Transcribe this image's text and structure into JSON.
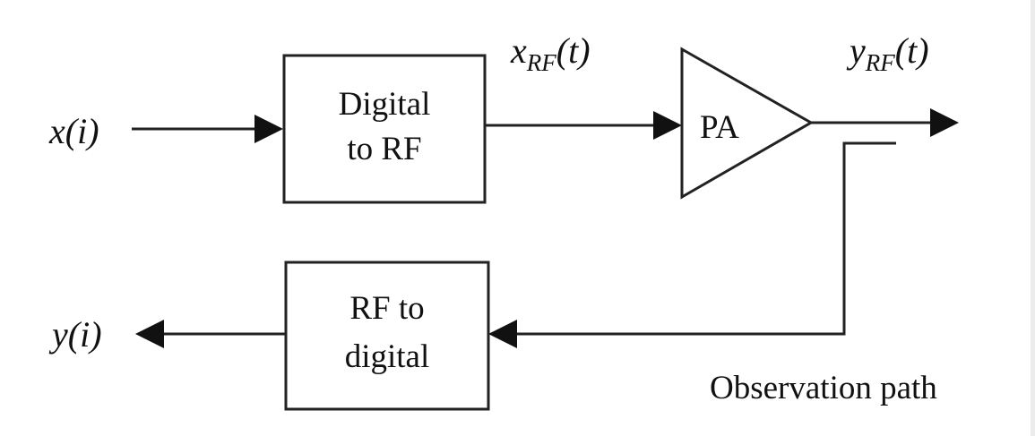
{
  "signals": {
    "input": {
      "base": "x",
      "arg": "i"
    },
    "output": {
      "base": "y",
      "arg": "i"
    },
    "rf_in": {
      "base": "x",
      "sub": "RF",
      "arg": "t"
    },
    "rf_out": {
      "base": "y",
      "sub": "RF",
      "arg": "t"
    }
  },
  "blocks": {
    "dac": {
      "line1": "Digital",
      "line2": "to RF"
    },
    "pa": {
      "label": "PA"
    },
    "adc": {
      "line1": "RF to",
      "line2": "digital"
    }
  },
  "observation_label": "Observation path"
}
